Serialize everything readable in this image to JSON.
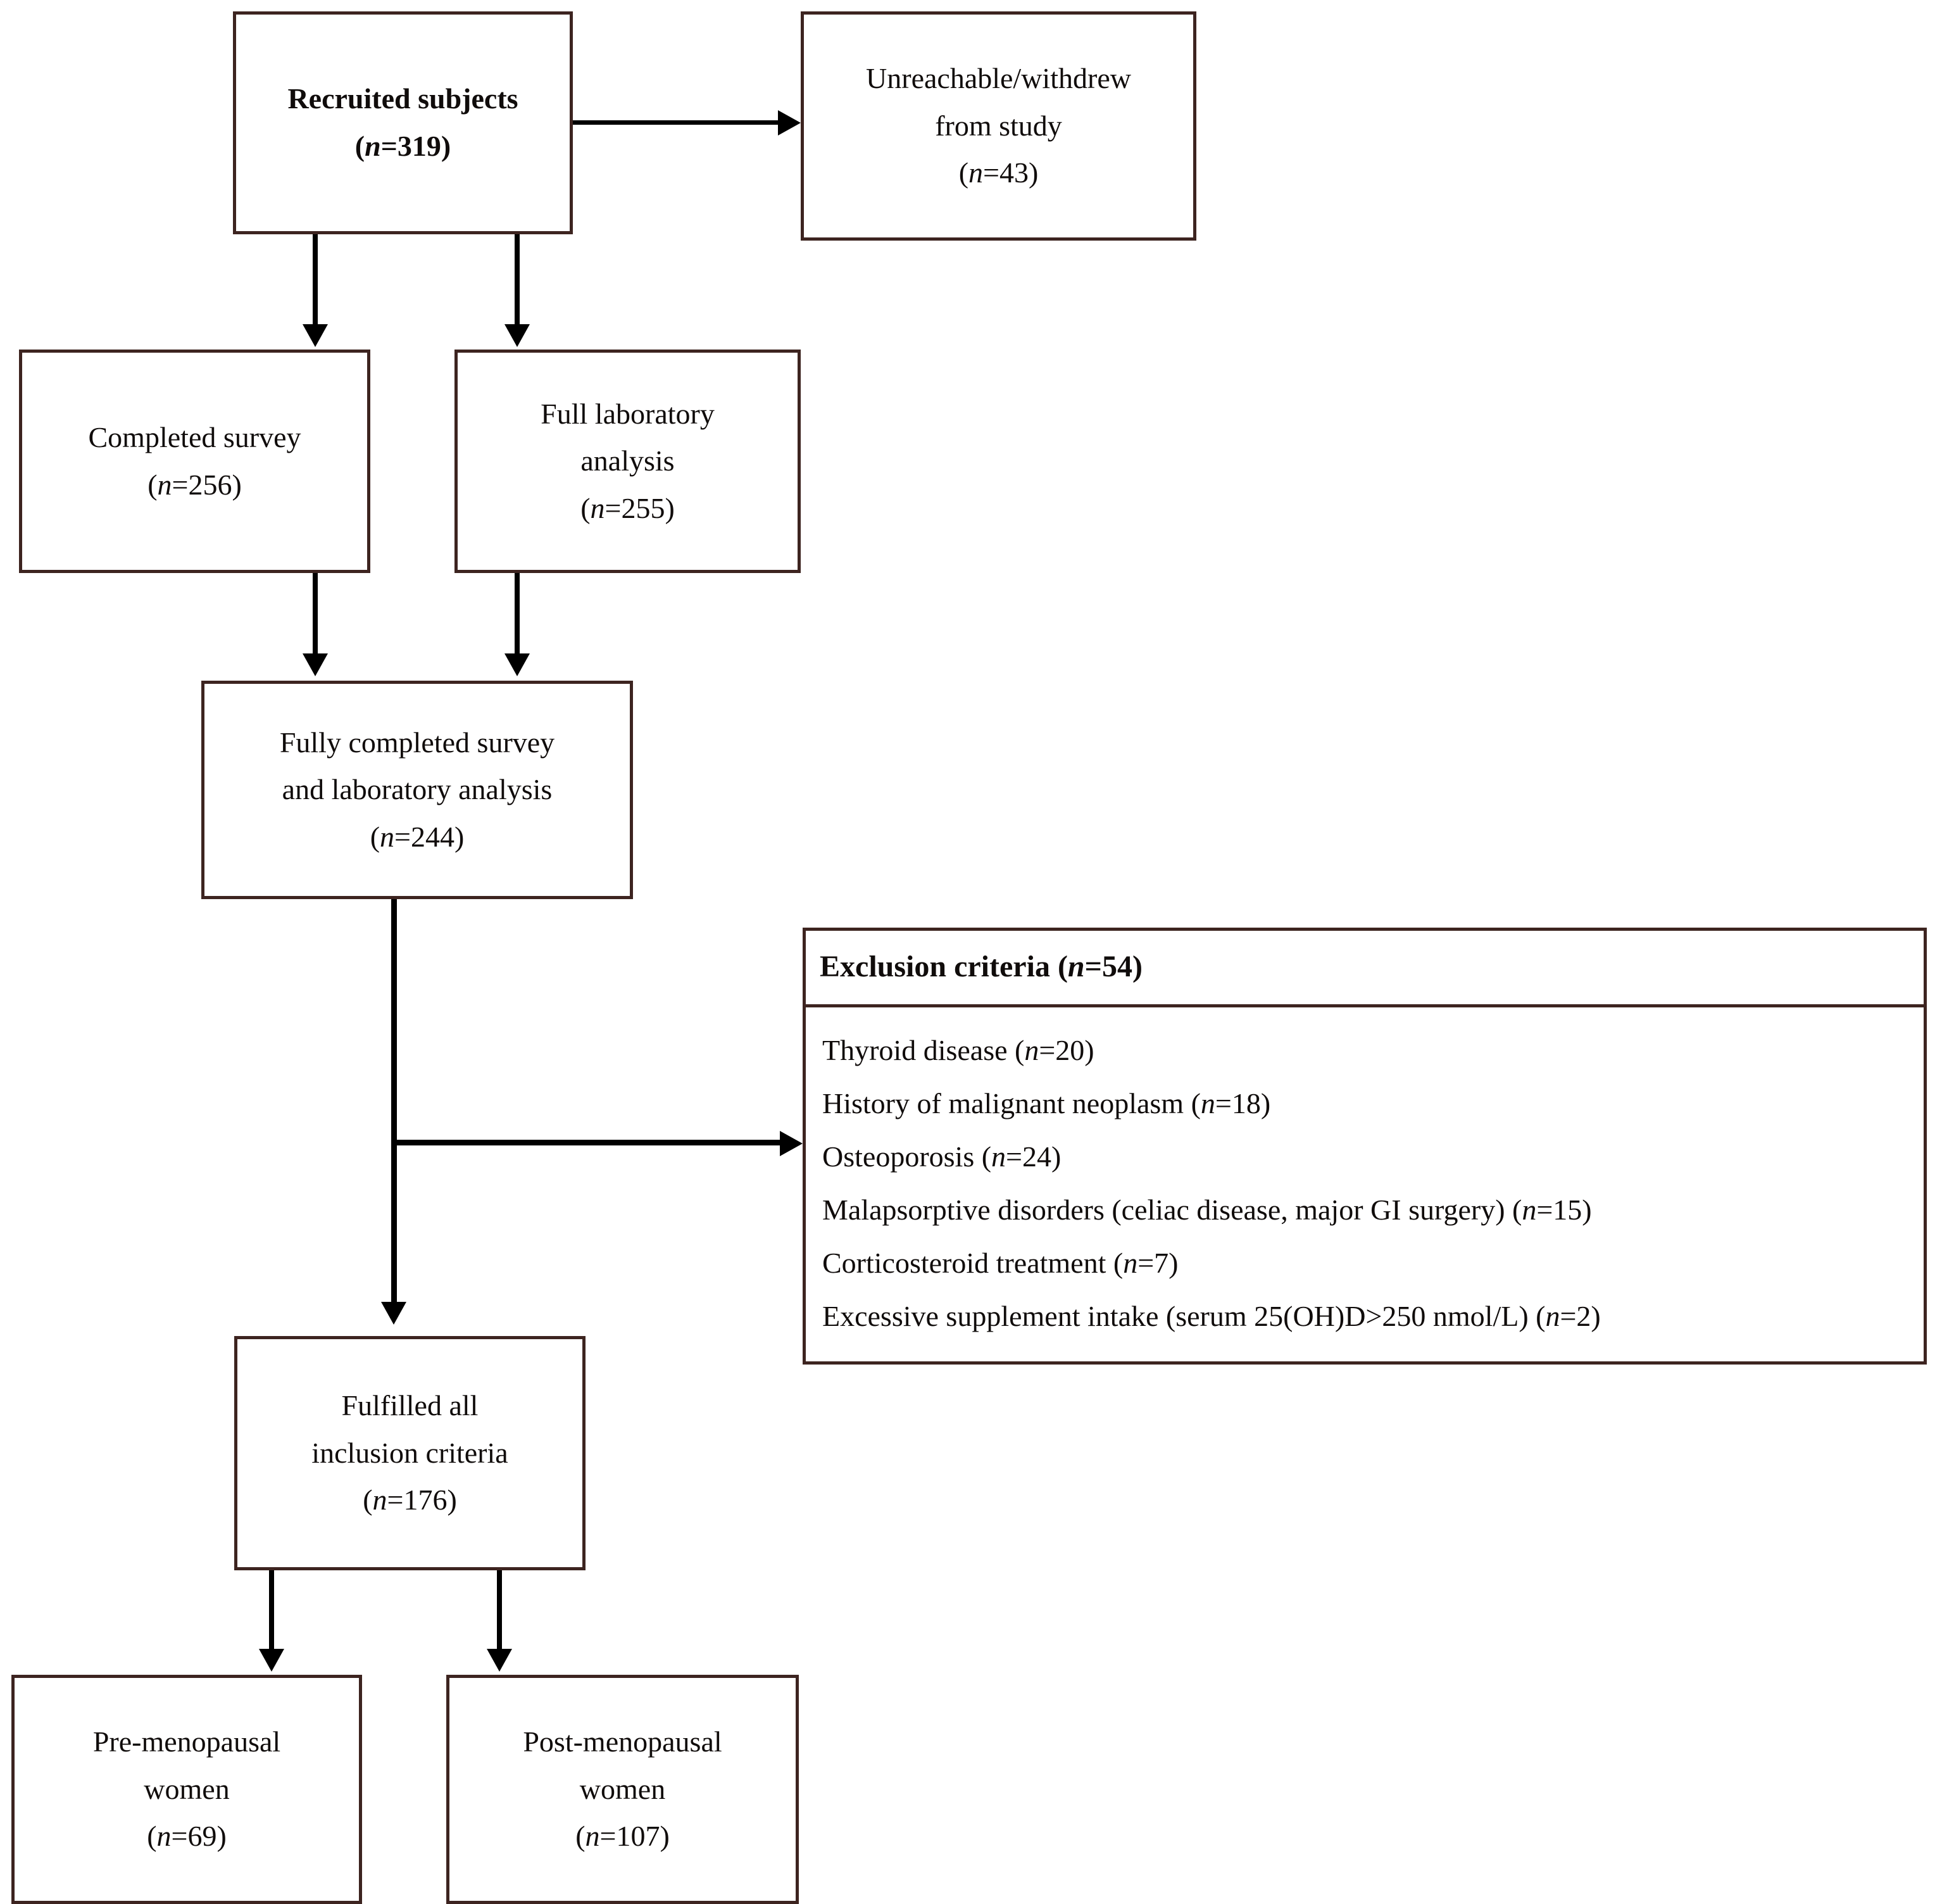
{
  "figure": {
    "type": "study-flow-diagram",
    "colors": {
      "box_border": "#3d2420",
      "connector": "#000000",
      "background": "#ffffff",
      "text": "#100c0b"
    }
  },
  "nodes": {
    "recruited": {
      "line1": "Recruited subjects",
      "n_prefix": "(",
      "n_italic": "n",
      "n_value": "=319)"
    },
    "withdrew": {
      "line1": "Unreachable/withdrew",
      "line2": "from study",
      "n_prefix": "(",
      "n_italic": "n",
      "n_value": "=43)"
    },
    "completed_survey": {
      "line1": "Completed survey",
      "n_prefix": "(",
      "n_italic": "n",
      "n_value": "=256)"
    },
    "full_lab": {
      "line1": "Full laboratory",
      "line2": "analysis",
      "n_prefix": "(",
      "n_italic": "n",
      "n_value": "=255)"
    },
    "fully_completed": {
      "line1": "Fully completed survey",
      "line2": "and laboratory analysis",
      "n_prefix": "(",
      "n_italic": "n",
      "n_value": "=244)"
    },
    "fulfilled": {
      "line1": "Fulfilled all",
      "line2": "inclusion criteria",
      "n_prefix": "(",
      "n_italic": "n",
      "n_value": "=176)"
    },
    "pre_menopausal": {
      "line1": "Pre-menopausal",
      "line2": "women",
      "n_prefix": "(",
      "n_italic": "n",
      "n_value": "=69)"
    },
    "post_menopausal": {
      "line1": "Post-menopausal",
      "line2": "women",
      "n_prefix": "(",
      "n_italic": "n",
      "n_value": "=107)"
    }
  },
  "exclusion": {
    "header_text": "Exclusion criteria (",
    "header_italic": "n",
    "header_suffix": "=54)",
    "items": [
      {
        "text": "Thyroid disease (",
        "italic": "n",
        "suffix": "=20)"
      },
      {
        "text": "History of malignant neoplasm (",
        "italic": "n",
        "suffix": "=18)"
      },
      {
        "text": "Osteoporosis (",
        "italic": "n",
        "suffix": "=24)"
      },
      {
        "text": "Malapsorptive disorders (celiac disease, major GI surgery) (",
        "italic": "n",
        "suffix": "=15)"
      },
      {
        "text": "Corticosteroid treatment (",
        "italic": "n",
        "suffix": "=7)"
      },
      {
        "text": "Excessive supplement intake (serum 25(OH)D>250 nmol/L) (",
        "italic": "n",
        "suffix": "=2)"
      }
    ]
  }
}
